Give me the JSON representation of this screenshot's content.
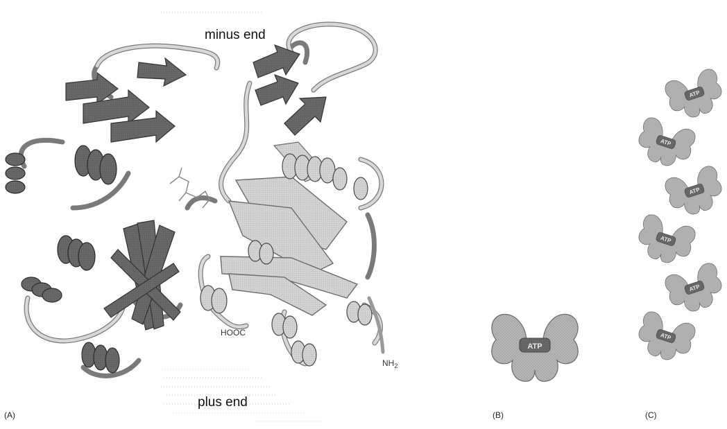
{
  "panel_a": {
    "label": "(A)",
    "minus_end": "minus end",
    "plus_end": "plus end",
    "hooc": "HOOC",
    "nh2_main": "NH",
    "nh2_sub": "2"
  },
  "panel_b": {
    "label": "(B)",
    "atp": "ATP"
  },
  "panel_c": {
    "label": "(C)",
    "atp": "ATP",
    "subunit_count": 6
  },
  "colors": {
    "dark_ribbon": "#5a5a5a",
    "light_ribbon": "#c2c2c2",
    "mid_ribbon": "#8c8c8c",
    "subunit_fill": "#a9a9a9",
    "atp_fill": "#8a8a8a"
  }
}
